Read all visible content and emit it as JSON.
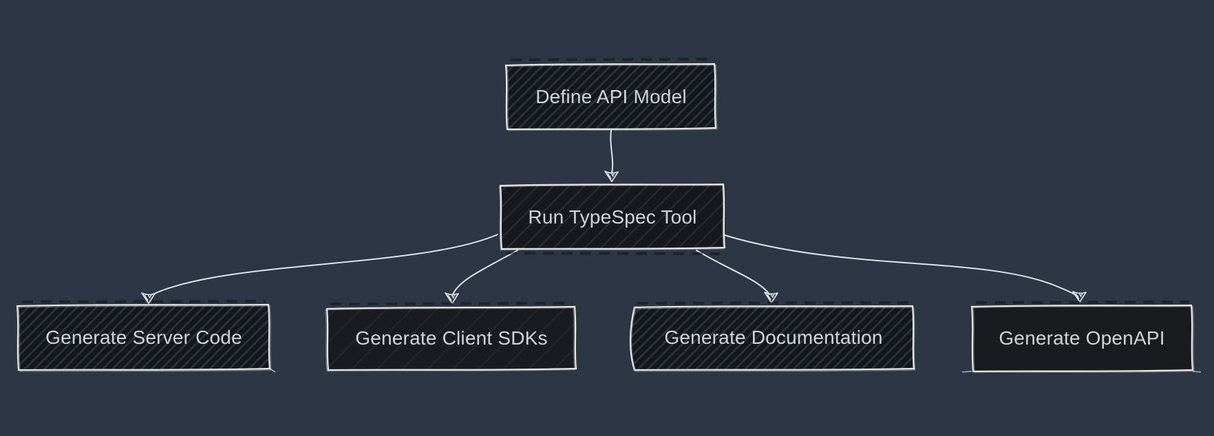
{
  "diagram": {
    "type": "flowchart",
    "direction": "top-down",
    "style": "hand-drawn-sketch",
    "colors": {
      "background": "#2d3644",
      "node_fill": "#16181d",
      "node_border": "#e7e7e5",
      "edge_stroke": "#e3e4e6",
      "label_text": "#d3d4d7"
    },
    "nodes": [
      {
        "id": "define",
        "label": "Define API Model"
      },
      {
        "id": "run",
        "label": "Run TypeSpec Tool"
      },
      {
        "id": "server",
        "label": "Generate Server Code"
      },
      {
        "id": "sdk",
        "label": "Generate Client SDKs"
      },
      {
        "id": "docs",
        "label": "Generate Documentation"
      },
      {
        "id": "openapi",
        "label": "Generate OpenAPI"
      }
    ],
    "edges": [
      {
        "from": "Define API Model",
        "to": "Run TypeSpec Tool"
      },
      {
        "from": "Run TypeSpec Tool",
        "to": "Generate Server Code"
      },
      {
        "from": "Run TypeSpec Tool",
        "to": "Generate Client SDKs"
      },
      {
        "from": "Run TypeSpec Tool",
        "to": "Generate Documentation"
      },
      {
        "from": "Run TypeSpec Tool",
        "to": "Generate OpenAPI"
      }
    ]
  }
}
